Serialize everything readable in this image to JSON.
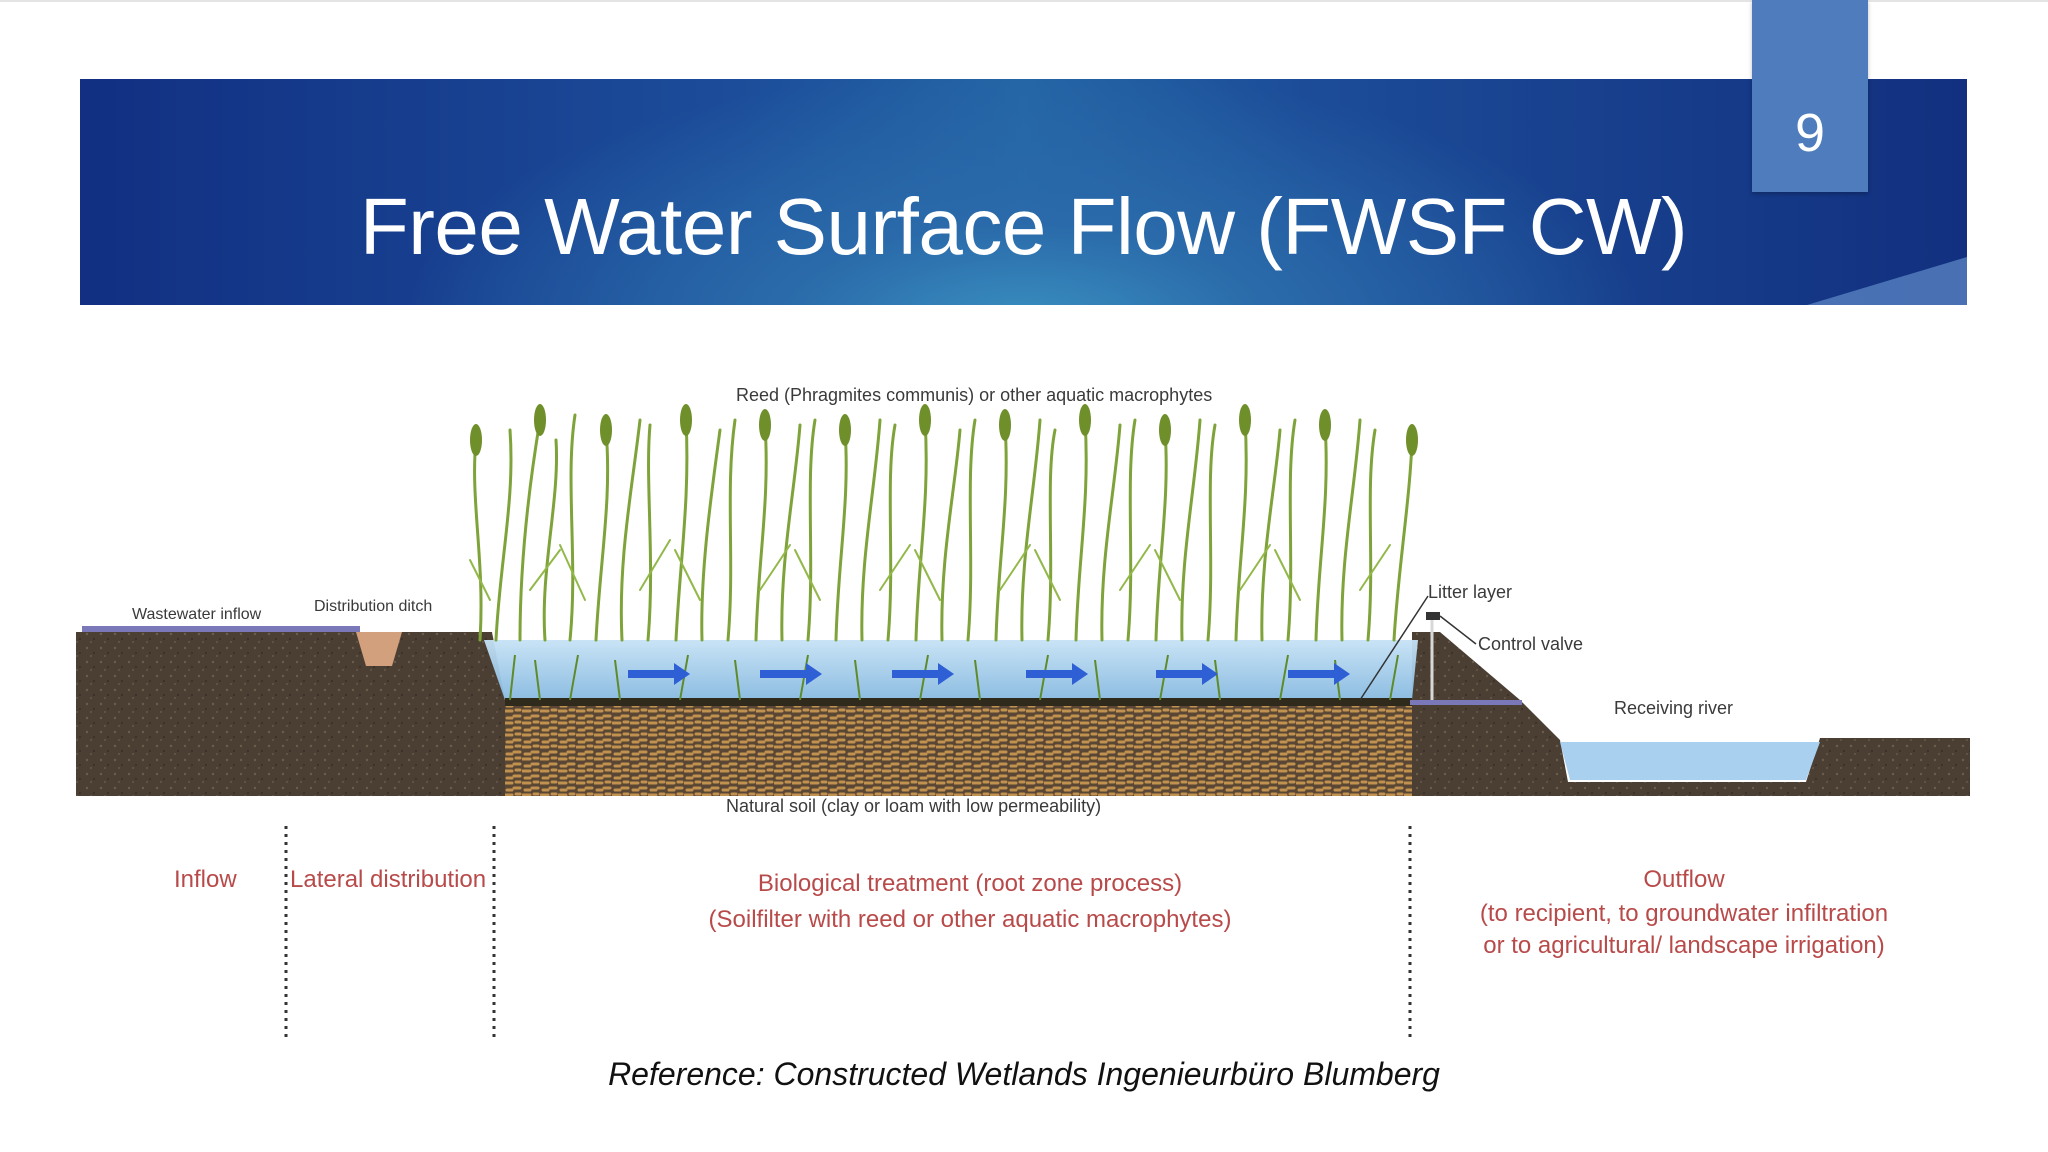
{
  "slide": {
    "title": "Free Water Surface Flow (FWSF CW)",
    "page_number": "9"
  },
  "diagram": {
    "labels": {
      "reed": "Reed (Phragmites communis) or other aquatic macrophytes",
      "wastewater_inflow": "Wastewater inflow",
      "distribution_ditch": "Distribution ditch",
      "litter_layer": "Litter layer",
      "control_valve": "Control valve",
      "receiving_river": "Receiving river",
      "natural_soil": "Natural soil (clay or loam with low permeability)"
    },
    "zones": {
      "inflow": "Inflow",
      "lateral_distribution": "Lateral distribution",
      "biological_line1": "Biological treatment (root zone process)",
      "biological_line2": "(Soilfilter with reed or other aquatic macrophytes)",
      "outflow_title": "Outflow",
      "outflow_line1": "(to recipient, to groundwater infiltration",
      "outflow_line2": "or to agricultural/ landscape irrigation)"
    },
    "colors": {
      "soil": "#4b3f34",
      "substrate": "#a97c45",
      "water": "#9fcbea",
      "reed": "#7ea33a",
      "flow_arrow": "#2f5fd4",
      "zone_text": "#b84a4a"
    }
  },
  "reference": "Reference: Constructed Wetlands Ingenieurbüro Blumberg"
}
